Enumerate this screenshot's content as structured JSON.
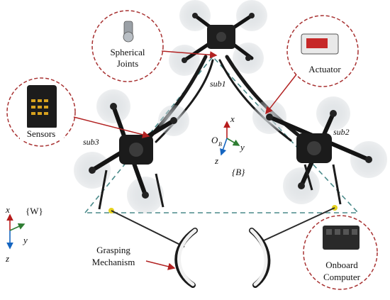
{
  "labels": {
    "spherical_joints_line1": "Spherical",
    "spherical_joints_line2": "Joints",
    "actuator": "Actuator",
    "sensors": "Sensors",
    "grasping_line1": "Grasping",
    "grasping_line2": "Mechanism",
    "onboard_line1": "Onboard",
    "onboard_line2": "Computer",
    "sub1": "sub1",
    "sub2": "sub2",
    "sub3": "sub3",
    "body_frame": "{B}",
    "world_frame": "{W}",
    "axis_x": "x",
    "axis_y": "y",
    "axis_z": "z",
    "origin_b": "O",
    "origin_b_sub": "B"
  },
  "colors": {
    "callout_circle": "#a83232",
    "callout_line": "#b22222",
    "triangle": "#4a8a8a",
    "axis_x": "#b71c1c",
    "axis_y": "#2e7d32",
    "axis_z": "#1565c0",
    "frame": "#151515"
  }
}
